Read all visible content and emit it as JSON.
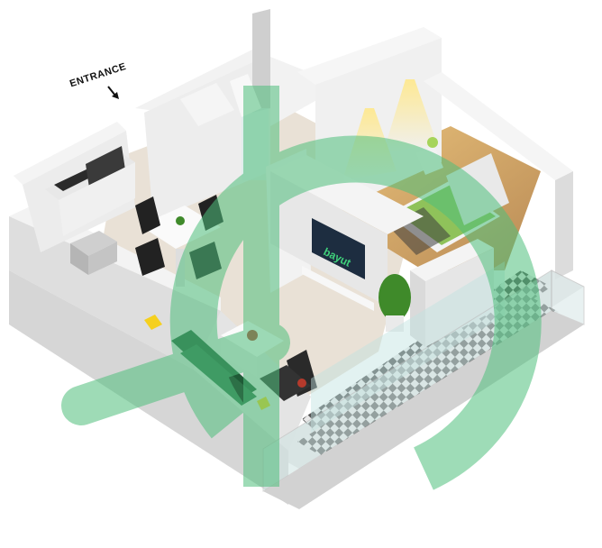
{
  "labels": {
    "entrance": "ENTRANCE",
    "tv_brand": "bayut"
  },
  "colors": {
    "wall_top": "#f4f4f4",
    "wall_side": "#dcdcdc",
    "floor_main": "#e9e1d6",
    "bedroom_floor": "#caa470",
    "watermark": "#5fbf8a",
    "bed_green": "#8fc25a",
    "sofa_green": "#1f5a36",
    "balcony_tile_dark": "#4c4c4c",
    "balcony_tile_light": "#e8e8e8"
  },
  "icons": {
    "entrance_arrow": "arrow-down-right-icon",
    "watermark": "bayut-logo-watermark"
  }
}
